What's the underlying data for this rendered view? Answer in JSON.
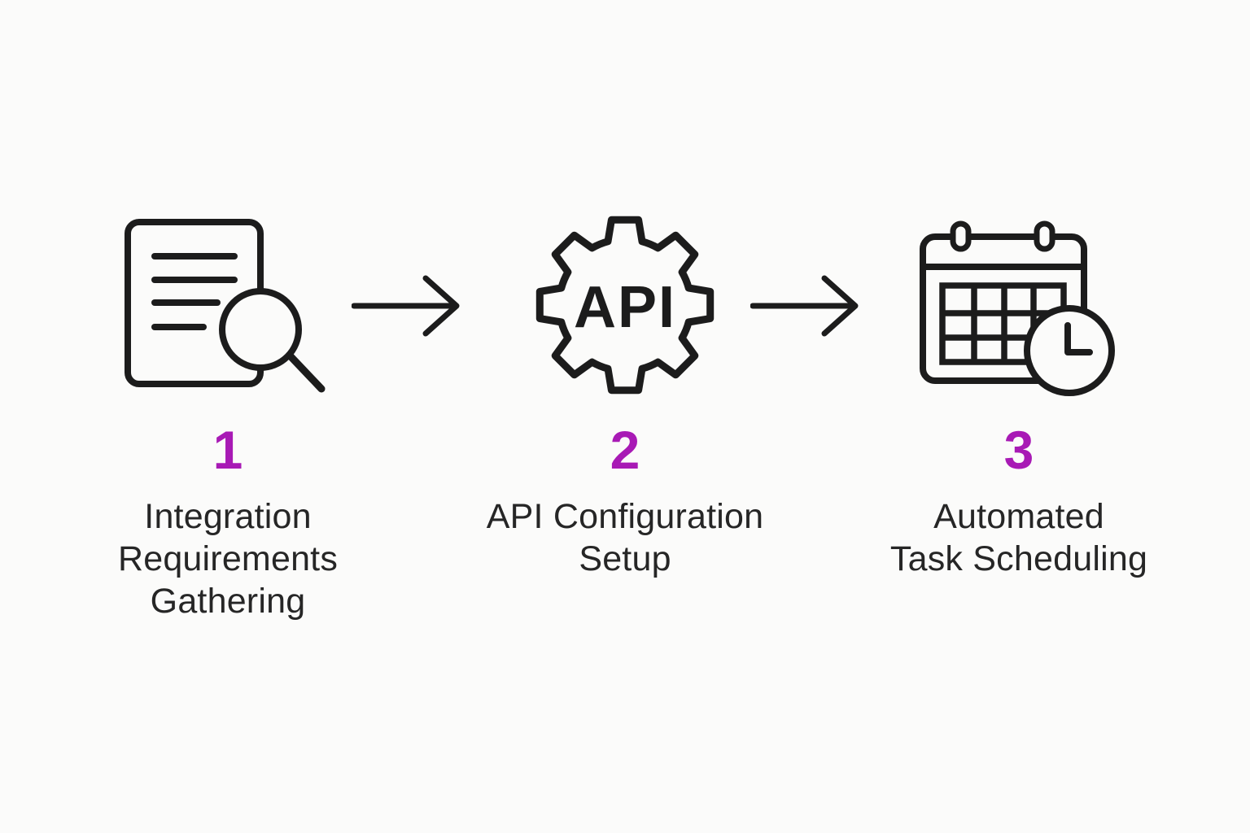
{
  "page": {
    "background": "#fbfbfa",
    "accent": "#a81ab5",
    "text_color": "#262626",
    "icon_color": "#1c1c1c"
  },
  "diagram": {
    "type": "process-flow",
    "direction": "left-to-right",
    "step_count": 3
  },
  "steps": [
    {
      "number": "1",
      "label": "Integration\nRequirements\nGathering",
      "icon": "document-search-icon"
    },
    {
      "number": "2",
      "label": "API Configuration\nSetup",
      "icon": "api-gear-icon",
      "icon_label": "API"
    },
    {
      "number": "3",
      "label": "Automated\nTask Scheduling",
      "icon": "calendar-clock-icon"
    }
  ],
  "connectors": [
    {
      "name": "arrow-right",
      "from": "step-1",
      "to": "step-2"
    },
    {
      "name": "arrow-right",
      "from": "step-2",
      "to": "step-3"
    }
  ]
}
